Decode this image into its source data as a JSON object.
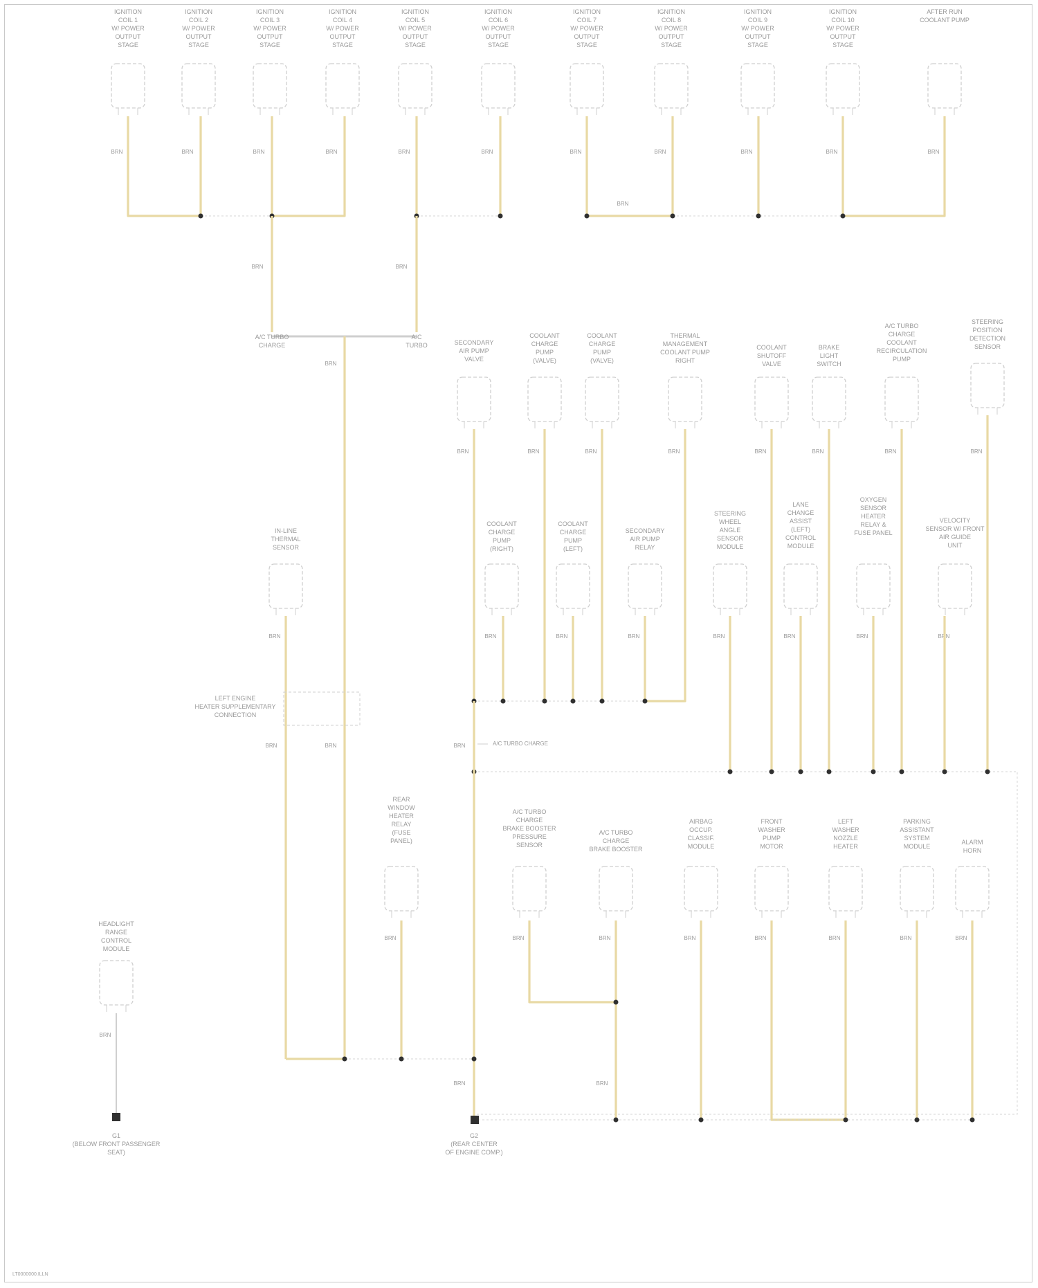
{
  "diagram": {
    "colors": {
      "wire": "#e8d9a4",
      "conn": "#cfcfcf",
      "dot": "#303030",
      "text": "#9a9a9a",
      "dashed": "#d4d4d4"
    },
    "components": [
      {
        "id": "top1",
        "label": [
          "IGNITION",
          "COIL 1",
          "W/ POWER",
          "OUTPUT",
          "STAGE"
        ],
        "wire": "BRN"
      },
      {
        "id": "top2",
        "label": [
          "IGNITION",
          "COIL 2",
          "W/ POWER",
          "OUTPUT",
          "STAGE"
        ],
        "wire": "BRN"
      },
      {
        "id": "top3",
        "label": [
          "IGNITION",
          "COIL 3",
          "W/ POWER",
          "OUTPUT",
          "STAGE"
        ],
        "wire": "BRN"
      },
      {
        "id": "top4",
        "label": [
          "IGNITION",
          "COIL 4",
          "W/ POWER",
          "OUTPUT",
          "STAGE"
        ],
        "wire": "BRN"
      },
      {
        "id": "top5",
        "label": [
          "IGNITION",
          "COIL 5",
          "W/ POWER",
          "OUTPUT",
          "STAGE"
        ],
        "wire": "BRN"
      },
      {
        "id": "top6",
        "label": [
          "IGNITION",
          "COIL 6",
          "W/ POWER",
          "OUTPUT",
          "STAGE"
        ],
        "wire": "BRN"
      },
      {
        "id": "top7",
        "label": [
          "IGNITION",
          "COIL 7",
          "W/ POWER",
          "OUTPUT",
          "STAGE"
        ],
        "wire": "BRN"
      },
      {
        "id": "top8",
        "label": [
          "IGNITION",
          "COIL 8",
          "W/ POWER",
          "OUTPUT",
          "STAGE"
        ],
        "wire": "BRN"
      },
      {
        "id": "top9",
        "label": [
          "IGNITION",
          "COIL 9",
          "W/ POWER",
          "OUTPUT",
          "STAGE"
        ],
        "wire": "BRN"
      },
      {
        "id": "top10",
        "label": [
          "IGNITION",
          "COIL 10",
          "W/ POWER",
          "OUTPUT",
          "STAGE"
        ],
        "wire": "BRN"
      },
      {
        "id": "top11",
        "label": [
          "AFTER RUN",
          "COOLANT PUMP"
        ],
        "wire": "BRN"
      },
      {
        "id": "r1",
        "label": [
          "SECONDARY",
          "AIR PUMP",
          "VALVE"
        ],
        "wire": "BRN"
      },
      {
        "id": "r2",
        "label": [
          "COOLANT",
          "CHARGE",
          "PUMP",
          "(VALVE)"
        ],
        "wire": "BRN"
      },
      {
        "id": "r3",
        "label": [
          "COOLANT",
          "CHARGE",
          "PUMP",
          "(VALVE)"
        ],
        "wire": "BRN"
      },
      {
        "id": "r4",
        "label": [
          "THERMAL",
          "MANAGEMENT",
          "COOLANT PUMP",
          "RIGHT"
        ],
        "wire": "BRN"
      },
      {
        "id": "r5",
        "label": [
          "COOLANT",
          "SHUTOFF",
          "VALVE"
        ],
        "wire": "BRN"
      },
      {
        "id": "r6",
        "label": [
          "BRAKE",
          "LIGHT",
          "SWITCH"
        ],
        "wire": "BRN"
      },
      {
        "id": "r7",
        "label": [
          "A/C TURBO",
          "CHARGE",
          "COOLANT",
          "RECIRCULATION",
          "PUMP"
        ],
        "wire": "BRN"
      },
      {
        "id": "r8",
        "label": [
          "STEERING",
          "POSITION",
          "DETECTION",
          "SENSOR"
        ],
        "wire": "BRN"
      },
      {
        "id": "m1",
        "label": [
          "COOLANT",
          "CHARGE",
          "PUMP",
          "(RIGHT)"
        ],
        "wire": "BRN"
      },
      {
        "id": "m2",
        "label": [
          "COOLANT",
          "CHARGE",
          "PUMP",
          "(LEFT)"
        ],
        "wire": "BRN"
      },
      {
        "id": "m3",
        "label": [
          "SECONDARY",
          "AIR PUMP",
          "RELAY"
        ],
        "wire": "BRN"
      },
      {
        "id": "m4",
        "label": [
          "STEERING",
          "WHEEL",
          "ANGLE",
          "SENSOR",
          "MODULE"
        ],
        "wire": "BRN"
      },
      {
        "id": "m5",
        "label": [
          "LANE",
          "CHANGE",
          "ASSIST",
          "(LEFT)",
          "CONTROL",
          "MODULE"
        ],
        "wire": "BRN"
      },
      {
        "id": "m6",
        "label": [
          "OXYGEN",
          "SENSOR",
          "HEATER",
          "RELAY &",
          "FUSE PANEL"
        ],
        "wire": "BRN"
      },
      {
        "id": "m7",
        "label": [
          "VELOCITY",
          "SENSOR W/ FRONT",
          "AIR GUIDE",
          "UNIT"
        ],
        "wire": "BRN"
      },
      {
        "id": "l1",
        "label": [
          "IN-LINE",
          "THERMAL",
          "SENSOR"
        ],
        "wire": "BRN"
      },
      {
        "id": "b1",
        "label": [
          "REAR",
          "WINDOW",
          "HEATER",
          "RELAY",
          "(FUSE",
          "PANEL)"
        ],
        "wire": "BRN"
      },
      {
        "id": "b2",
        "label": [
          "A/C TURBO",
          "CHARGE",
          "BRAKE BOOSTER",
          "PRESSURE",
          "SENSOR"
        ],
        "wire": "BRN"
      },
      {
        "id": "b3",
        "label": [
          "A/C TURBO",
          "CHARGE",
          "BRAKE BOOSTER"
        ],
        "wire": "BRN"
      },
      {
        "id": "b4",
        "label": [
          "AIRBAG",
          "OCCUP.",
          "CLASSIF.",
          "MODULE"
        ],
        "wire": "BRN"
      },
      {
        "id": "b5",
        "label": [
          "FRONT",
          "WASHER",
          "PUMP",
          "MOTOR"
        ],
        "wire": "BRN"
      },
      {
        "id": "b6",
        "label": [
          "LEFT",
          "WASHER",
          "NOZZLE",
          "HEATER"
        ],
        "wire": "BRN"
      },
      {
        "id": "b7",
        "label": [
          "PARKING",
          "ASSISTANT",
          "SYSTEM",
          "MODULE"
        ],
        "wire": "BRN"
      },
      {
        "id": "b8",
        "label": [
          "ALARM",
          "HORN"
        ],
        "wire": "BRN"
      },
      {
        "id": "hl",
        "label": [
          "HEADLIGHT",
          "RANGE",
          "CONTROL",
          "MODULE"
        ],
        "wire": "BRN"
      }
    ],
    "splices": {
      "s1": [
        "A/C TURBO",
        "CHARGE"
      ],
      "s2": [
        "A/C",
        "TURBO"
      ],
      "bottom_label": "A/C TURBO CHARGE",
      "bottom_wire": "BRN"
    },
    "mid_connector": [
      "LEFT ENGINE",
      "HEATER SUPPLEMENTARY",
      "CONNECTION"
    ],
    "wire_labels": {
      "main": "BRN",
      "long": "BRN"
    },
    "grounds": [
      {
        "id": "g1",
        "label": [
          "G1",
          "(BELOW FRONT PASSENGER",
          "SEAT)"
        ]
      },
      {
        "id": "g2",
        "label": [
          "G2",
          "(REAR CENTER",
          "OF ENGINE COMP.)"
        ]
      }
    ],
    "footer": "LT0000000.ILLN"
  }
}
